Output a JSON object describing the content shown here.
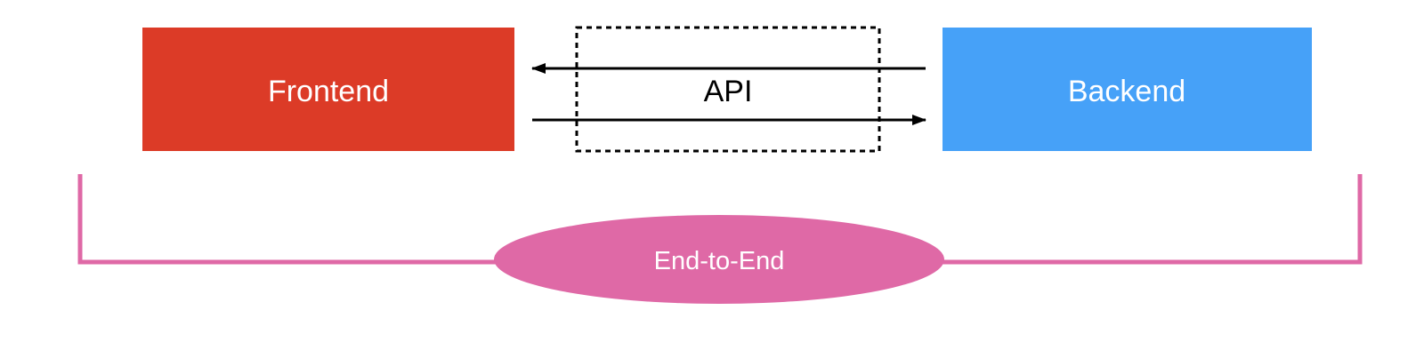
{
  "diagram": {
    "frontend": {
      "label": "Frontend",
      "color": "#DC3B27"
    },
    "backend": {
      "label": "Backend",
      "color": "#46A1F8"
    },
    "api": {
      "label": "API",
      "border_color": "#000000"
    },
    "arrows": [
      {
        "from": "backend",
        "to": "frontend"
      },
      {
        "from": "frontend",
        "to": "backend"
      }
    ],
    "scope": {
      "label": "End-to-End",
      "color": "#DF69A6",
      "spans": [
        "frontend",
        "backend"
      ]
    }
  }
}
